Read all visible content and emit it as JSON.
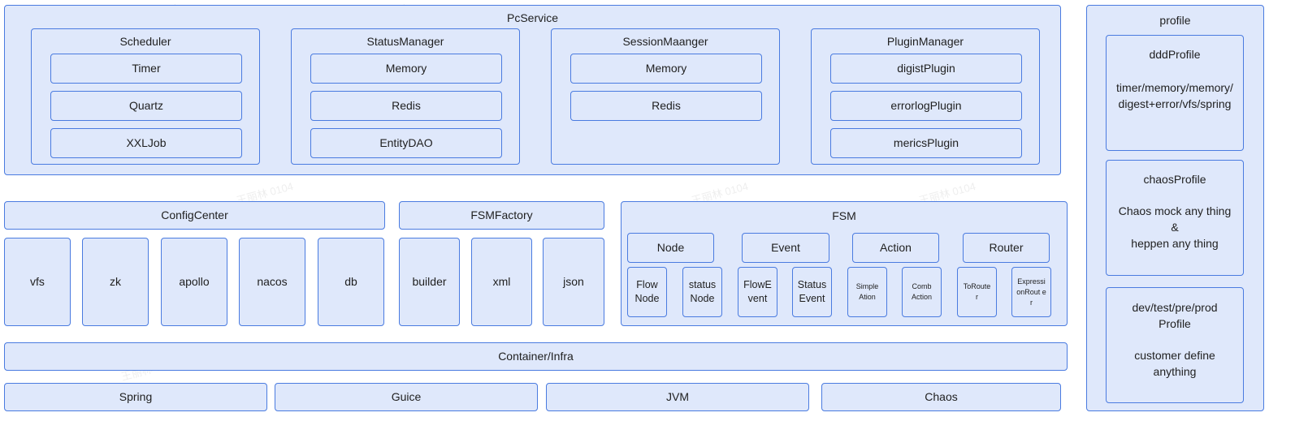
{
  "pcservice": {
    "title": "PcService",
    "scheduler": {
      "title": "Scheduler",
      "items": [
        "Timer",
        "Quartz",
        "XXLJob"
      ]
    },
    "status_manager": {
      "title": "StatusManager",
      "items": [
        "Memory",
        "Redis",
        "EntityDAO"
      ]
    },
    "session_manager": {
      "title": "SessionMaanger",
      "items": [
        "Memory",
        "Redis"
      ]
    },
    "plugin_manager": {
      "title": "PluginManager",
      "items": [
        "digistPlugin",
        "errorlogPlugin",
        "mericsPlugin"
      ]
    }
  },
  "config_center": {
    "title": "ConfigCenter",
    "items": [
      "vfs",
      "zk",
      "apollo",
      "nacos",
      "db"
    ]
  },
  "fsm_factory": {
    "title": "FSMFactory",
    "items": [
      "builder",
      "xml",
      "json"
    ]
  },
  "fsm": {
    "title": "FSM",
    "groups": [
      {
        "title": "Node",
        "items": [
          "Flow Node",
          "status Node"
        ]
      },
      {
        "title": "Event",
        "items": [
          "FlowE vent",
          "Status Event"
        ]
      },
      {
        "title": "Action",
        "items": [
          "Simple Ation",
          "Comb Action"
        ]
      },
      {
        "title": "Router",
        "items": [
          "ToRoute r",
          "Expressi onRout er"
        ]
      }
    ]
  },
  "container": {
    "title": "Container/Infra"
  },
  "infra": {
    "items": [
      "Spring",
      "Guice",
      "JVM",
      "Chaos"
    ]
  },
  "profile": {
    "title": "profile",
    "ddd": {
      "title": "dddProfile",
      "text": "timer/memory/memory/ digest+error/vfs/spring"
    },
    "chaos": {
      "title": "chaosProfile",
      "line1": "Chaos mock any thing",
      "line2": "&",
      "line3": "heppen any thing"
    },
    "env": {
      "title": "dev/test/pre/prod Profile",
      "text": "customer define anything"
    }
  },
  "watermark": "王丽林 0104"
}
